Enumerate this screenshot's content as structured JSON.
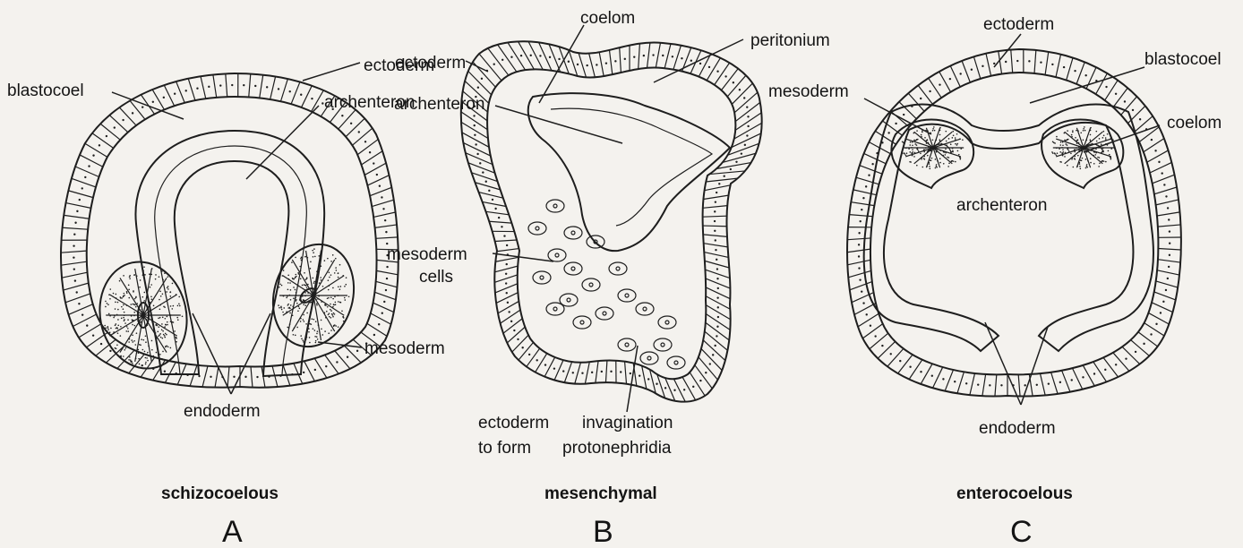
{
  "panels": [
    {
      "letter": "A",
      "caption": "schizocoelous",
      "labels": {
        "ectoderm": "ectoderm",
        "blastocoel": "blastocoel",
        "archenteron": "archenteron",
        "mesoderm": "mesoderm",
        "endoderm": "endoderm"
      }
    },
    {
      "letter": "B",
      "caption": "mesenchymal",
      "labels": {
        "coelom": "coelom",
        "peritonium": "peritonium",
        "ectoderm": "ectoderm",
        "archenteron": "archenteron",
        "mesoderm_cells_1": "mesoderm",
        "mesoderm_cells_2": "cells",
        "ectoderm_to_form": "ectoderm",
        "to_form": "to form",
        "invagination": "invagination",
        "protonephridia": "protonephridia"
      }
    },
    {
      "letter": "C",
      "caption": "enterocoelous",
      "labels": {
        "ectoderm": "ectoderm",
        "blastocoel": "blastocoel",
        "mesoderm": "mesoderm",
        "coelom": "coelom",
        "archenteron": "archenteron",
        "endoderm": "endoderm"
      }
    }
  ],
  "icons": [
    "schizocoelous-embryo-icon",
    "mesenchymal-embryo-icon",
    "enterocoelous-embryo-icon"
  ],
  "colors": {
    "ink": "#1e1e1e",
    "paper": "#f4f2ee"
  }
}
